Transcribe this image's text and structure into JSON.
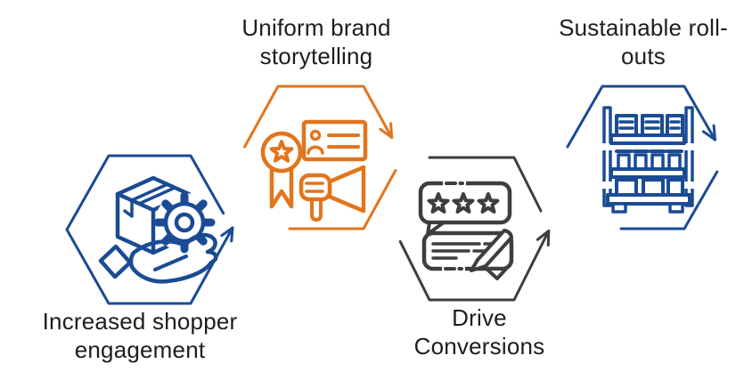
{
  "background_color": "#ffffff",
  "text_color": "#1d1d1f",
  "diagram_type": "process-flow-hexagons",
  "steps": [
    {
      "order": 1,
      "label": "Increased shopper engagement",
      "color": "#1a4b94",
      "shape": "hexagon",
      "row": "bottom",
      "icon": "hand-holding-box-with-gear-icon",
      "arrow": "up-right"
    },
    {
      "order": 2,
      "label": "Uniform brand storytelling",
      "color": "#e2751c",
      "shape": "hexagon",
      "row": "top",
      "icon": "award-badge-id-card-megaphone-icon",
      "arrow": "down-right"
    },
    {
      "order": 3,
      "label": "Drive Conversions",
      "color": "#3e3e40",
      "shape": "hexagon",
      "row": "bottom",
      "icon": "star-review-pencil-icon",
      "arrow": "up-right"
    },
    {
      "order": 4,
      "label": "Sustainable roll-outs",
      "color": "#1a4b94",
      "shape": "hexagon",
      "row": "top",
      "icon": "retail-shelf-icon",
      "arrow": "down-right"
    }
  ]
}
